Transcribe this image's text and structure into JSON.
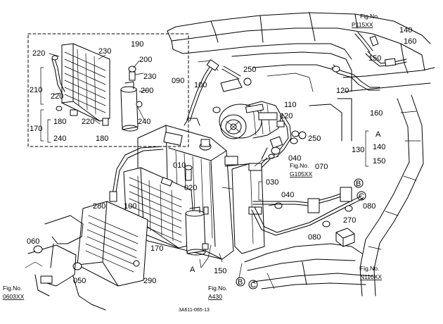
{
  "labels": [
    {
      "id": "p140a",
      "text": "140"
    },
    {
      "id": "p160a",
      "text": "160"
    },
    {
      "id": "p150a",
      "text": "150"
    },
    {
      "id": "p120a",
      "text": "120"
    },
    {
      "id": "p160b",
      "text": "160"
    },
    {
      "id": "p220a",
      "text": "220"
    },
    {
      "id": "p230a",
      "text": "230"
    },
    {
      "id": "p190",
      "text": "190"
    },
    {
      "id": "p200a",
      "text": "200"
    },
    {
      "id": "p230b",
      "text": "230"
    },
    {
      "id": "p200b",
      "text": "200"
    },
    {
      "id": "p210",
      "text": "210"
    },
    {
      "id": "p220b",
      "text": "220"
    },
    {
      "id": "p170a",
      "text": "170"
    },
    {
      "id": "p180a",
      "text": "180"
    },
    {
      "id": "p220c",
      "text": "220"
    },
    {
      "id": "p240a",
      "text": "240"
    },
    {
      "id": "p180b",
      "text": "180"
    },
    {
      "id": "p240b",
      "text": "240"
    },
    {
      "id": "p250a",
      "text": "250"
    },
    {
      "id": "p090",
      "text": "090"
    },
    {
      "id": "p100a",
      "text": "100"
    },
    {
      "id": "p110",
      "text": "110"
    },
    {
      "id": "p120b",
      "text": "120"
    },
    {
      "id": "p250b",
      "text": "250"
    },
    {
      "id": "pA1",
      "text": "A"
    },
    {
      "id": "p130",
      "text": "130"
    },
    {
      "id": "p140b",
      "text": "140"
    },
    {
      "id": "p150b",
      "text": "150"
    },
    {
      "id": "p010",
      "text": "010"
    },
    {
      "id": "p020",
      "text": "020"
    },
    {
      "id": "p040a",
      "text": "040"
    },
    {
      "id": "p030",
      "text": "030"
    },
    {
      "id": "p040b",
      "text": "040"
    },
    {
      "id": "p070",
      "text": "070"
    },
    {
      "id": "pB1",
      "text": "B"
    },
    {
      "id": "pC1",
      "text": "C"
    },
    {
      "id": "p080a",
      "text": "080"
    },
    {
      "id": "p270",
      "text": "270"
    },
    {
      "id": "p080b",
      "text": "080"
    },
    {
      "id": "p280",
      "text": "280"
    },
    {
      "id": "p100b",
      "text": "100"
    },
    {
      "id": "p060",
      "text": "060"
    },
    {
      "id": "p170b",
      "text": "170"
    },
    {
      "id": "p050",
      "text": "050"
    },
    {
      "id": "p290",
      "text": "290"
    },
    {
      "id": "pA2",
      "text": "A"
    },
    {
      "id": "p150c",
      "text": "150"
    },
    {
      "id": "pB2",
      "text": "B"
    },
    {
      "id": "pC2",
      "text": "C"
    }
  ],
  "figrefs": [
    {
      "id": "fig-p115",
      "title": "Fig.No.",
      "ref": "P115XX"
    },
    {
      "id": "fig-g105",
      "title": "Fig.No.",
      "ref": "G105XX"
    },
    {
      "id": "fig-n110",
      "title": "Fig.No.",
      "ref": "N110XX"
    },
    {
      "id": "fig-a430",
      "title": "Fig.No.",
      "ref": "A430"
    },
    {
      "id": "fig-0603",
      "title": "Fig.No.",
      "ref": "0603XX"
    }
  ],
  "drawing_code": "3A611-065-13"
}
